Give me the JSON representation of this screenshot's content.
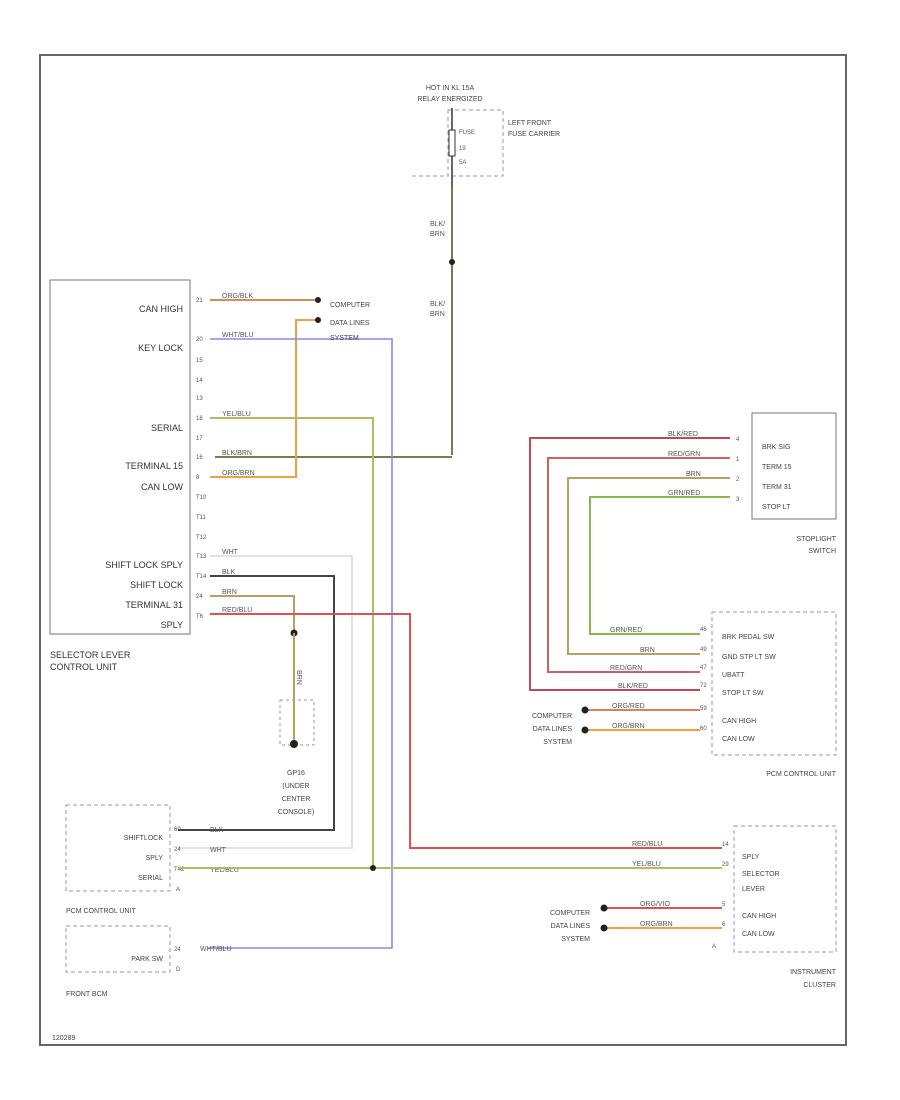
{
  "diagram": {
    "code": "120289",
    "fuse": {
      "relay_line1": "HOT IN KL 15A",
      "relay_line2": "RELAY ENERGIZED",
      "label": "FUSE",
      "number": "19",
      "amps": "5A",
      "carrier_line1": "LEFT FRONT",
      "carrier_line2": "FUSE CARRIER"
    },
    "selector": {
      "name_line1": "SELECTOR LEVER",
      "name_line2": "CONTROL UNIT",
      "pins": [
        {
          "label": "CAN HIGH",
          "pin": "21",
          "wire": "ORG/BLK"
        },
        {
          "label": "KEY LOCK",
          "pin": "20",
          "wire": "WHT/BLU"
        },
        {
          "label": "",
          "pin": "15",
          "wire": ""
        },
        {
          "label": "",
          "pin": "14",
          "wire": ""
        },
        {
          "label": "",
          "pin": "13",
          "wire": ""
        },
        {
          "label": "SERIAL",
          "pin": "18",
          "wire": "YEL/BLU"
        },
        {
          "label": "",
          "pin": "17",
          "wire": ""
        },
        {
          "label": "TERMINAL 15",
          "pin": "16",
          "wire": "BLK/BRN"
        },
        {
          "label": "CAN LOW",
          "pin": "8",
          "wire": "ORG/BRN"
        },
        {
          "label": "",
          "pin": "T10",
          "wire": ""
        },
        {
          "label": "",
          "pin": "T11",
          "wire": ""
        },
        {
          "label": "",
          "pin": "T12",
          "wire": ""
        },
        {
          "label": "SHIFT LOCK SPLY",
          "pin": "T13",
          "wire": "WHT"
        },
        {
          "label": "SHIFT LOCK",
          "pin": "T14",
          "wire": "BLK"
        },
        {
          "label": "TERMINAL 31",
          "pin": "24",
          "wire": "BRN"
        },
        {
          "label": "SPLY",
          "pin": "T6",
          "wire": "RED/BLU"
        }
      ]
    },
    "wires_misc": {
      "blk_brn_1": "BLK/",
      "blk_brn_2": "BRN",
      "brn_vertical": "BRN"
    },
    "computer_data_lines": {
      "line1": "COMPUTER",
      "line2": "DATA LINES",
      "line3": "SYSTEM"
    },
    "ground": {
      "name": "GP16",
      "line2": "(UNDER",
      "line3": "CENTER",
      "line4": "CONSOLE)"
    },
    "stoplight": {
      "name_line1": "STOPLIGHT",
      "name_line2": "SWITCH",
      "pins": [
        {
          "label": "BRK SIG",
          "pin": "4",
          "wire": "BLK/RED"
        },
        {
          "label": "TERM 15",
          "pin": "1",
          "wire": "RED/GRN"
        },
        {
          "label": "TERM 31",
          "pin": "2",
          "wire": "BRN"
        },
        {
          "label": "STOP LT",
          "pin": "3",
          "wire": "GRN/RED"
        }
      ]
    },
    "pcm_right": {
      "name": "PCM CONTROL UNIT",
      "pins": [
        {
          "label": "BRK PEDAL SW",
          "pin": "46",
          "wire": "GRN/RED"
        },
        {
          "label": "GND STP LT SW",
          "pin": "49",
          "wire": "BRN"
        },
        {
          "label": "UBATT",
          "pin": "47",
          "wire": "RED/GRN"
        },
        {
          "label": "STOP LT SW",
          "pin": "72",
          "wire": "BLK/RED"
        },
        {
          "label": "CAN HIGH",
          "pin": "59",
          "wire": "ORG/RED"
        },
        {
          "label": "CAN LOW",
          "pin": "60",
          "wire": "ORG/BRN"
        }
      ]
    },
    "pcm_left": {
      "name": "PCM CONTROL UNIT",
      "connector": "A",
      "pins": [
        {
          "label": "SHIFTLOCK",
          "pin": "69",
          "wire": "BLK"
        },
        {
          "label": "SPLY",
          "pin": "24",
          "wire": "WHT"
        },
        {
          "label": "SERIAL",
          "pin": "T42",
          "wire": "YEL/BLU"
        }
      ]
    },
    "front_bcm": {
      "name": "FRONT BCM",
      "connector": "D",
      "pins": [
        {
          "label": "PARK SW",
          "pin": "24",
          "wire": "WHT/BLU"
        }
      ]
    },
    "cluster": {
      "name_line1": "INSTRUMENT",
      "name_line2": "CLUSTER",
      "connector": "A",
      "labels": {
        "sply": "SPLY",
        "selector": "SELECTOR",
        "lever": "LEVER",
        "can_high": "CAN HIGH",
        "can_low": "CAN LOW"
      },
      "pins": [
        {
          "pin": "14",
          "wire": "RED/BLU"
        },
        {
          "pin": "29",
          "wire": "YEL/BLU"
        },
        {
          "pin": "5",
          "wire": "ORG/VIO"
        },
        {
          "pin": "6",
          "wire": "ORG/BRN"
        }
      ]
    }
  }
}
